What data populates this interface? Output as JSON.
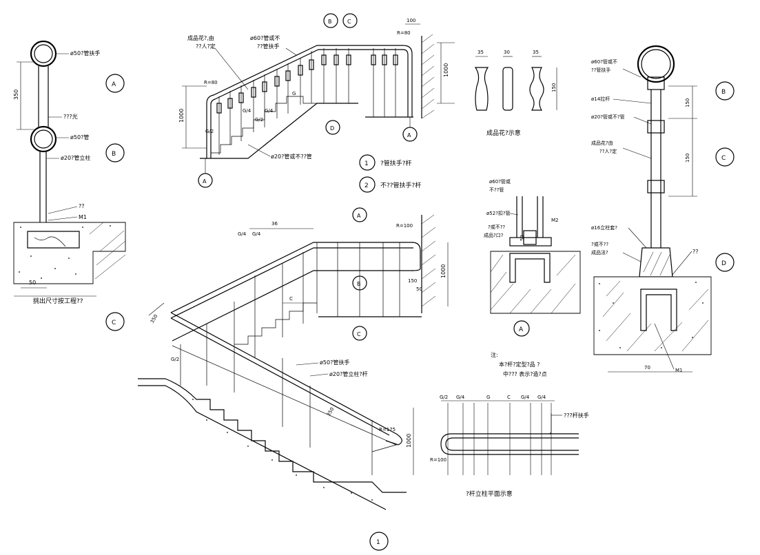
{
  "labels": {
    "tl_handrail_top": "ø50?管扶手",
    "tl_dim_350": "350",
    "tl_polish": "???光",
    "tl_pipe50": "ø50?管",
    "tl_post20": "ø20?管立柱",
    "tl_weld": "??",
    "tl_m1": "M1",
    "tl_dim_50": "50",
    "tl_overhang": "挑出尺寸按工程??",
    "bubble_a": "A",
    "bubble_b": "B",
    "bubble_c": "C",
    "bubble_d": "D",
    "st_ornament": "成品花?,由",
    "st_ornament2": "??人?定",
    "st_pipe60": "ø60?管或不",
    "st_pipe60b": "??管扶手",
    "st_r80": "R=80",
    "st_r80b": "R=80",
    "st_1000": "1000",
    "st_1000b": "1000",
    "st_100": "100",
    "st_g": "G",
    "st_g2": "G/2",
    "st_g4": "G/4",
    "st_g4b": "G/4",
    "st_g2b": "G/2",
    "st_pipe20": "ø20?管或不??管",
    "legend_1": "?管扶手?杆",
    "legend_2": "不??管扶手?杆",
    "num_1": "1",
    "num_2": "2",
    "orn_35": "35",
    "orn_30": "30",
    "orn_35b": "35",
    "orn_150": "150",
    "orn_caption": "成品花?示意",
    "mid_60": "ø60?管或",
    "mid_60b": "不??管",
    "mid_52": "ø52?扣?管",
    "mid_or": "?或不??",
    "mid_product": "成品?口?",
    "mid_m2": "M2",
    "mid_50": "50",
    "note_title": "注:",
    "note_1": "本?杆?定型?品  ?",
    "note_2": "中??? 表示?造?点",
    "ax_36": "36",
    "ax_g4": "G/4",
    "ax_g4b": "G/4",
    "ax_r100": "R=100",
    "ax_1000": "1000",
    "ax_150": "150",
    "ax_50": "50",
    "ax_c": "C",
    "ax_350": "350",
    "ax_g2": "G/2",
    "ax_handrail": "ø50?管扶手",
    "ax_post": "ø20?管立柱?杆",
    "ax_350b": "350",
    "ax_r175": "R=175",
    "ax_1000b": "1000",
    "pl_g2": "G/2",
    "pl_g4": "G/4",
    "pl_g": "G",
    "pl_c": "C",
    "pl_g4b": "G/4",
    "pl_g4c": "G/4",
    "pl_handrail": "???杆扶手",
    "pl_r100": "R=100",
    "pl_caption": "?杆立柱平面示意",
    "rd_pipe60": "ø60?管或不",
    "rd_pipe60b": "??管扶手",
    "rd_14": "ø14拉杆",
    "rd_20": "ø20?管或不?管",
    "rd_ornament": "成品花?由",
    "rd_ornament2": "??人?定",
    "rd_150": "150",
    "rd_150b": "150",
    "rd_16": "ø16立柱套?",
    "rd_or": "?或不??",
    "rd_product": "成品法?",
    "rd_weld": "??",
    "rd_70": "70",
    "rd_m1": "M1",
    "bottom_num": "1"
  }
}
